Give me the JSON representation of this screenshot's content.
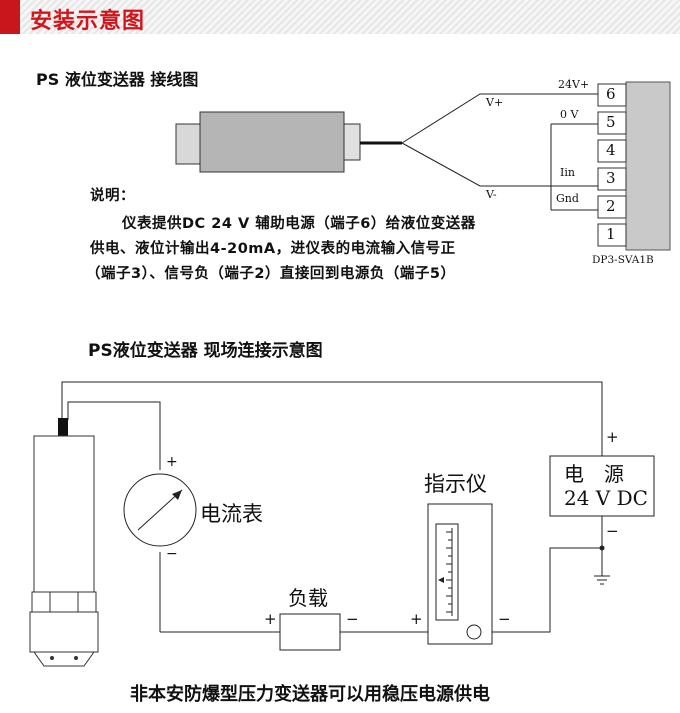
{
  "header": {
    "title": "安装示意图"
  },
  "wiring": {
    "title": "PS 液位变送器 接线图",
    "wire_labels": {
      "v_plus": "V+",
      "v_minus": "V-"
    },
    "terminal_labels": {
      "supply": "24V+",
      "zero": "0 V",
      "current_in": "Iin",
      "ground": "Gnd"
    },
    "terminals": [
      "6",
      "5",
      "4",
      "3",
      "2",
      "1"
    ],
    "module_model": "DP3-SVA1B"
  },
  "note": {
    "heading": "说明：",
    "lines": [
      "仪表提供DC 24 V 辅助电源（端子6）给液位变送器",
      "供电、液位计输出4-20mA，进仪表的电流输入信号正",
      "（端子3）、信号负（端子2）直接回到电源负（端子5）"
    ]
  },
  "field": {
    "title": "PS液位变送器 现场连接示意图",
    "ammeter_label": "电流表",
    "load_label": "负载",
    "indicator_label": "指示仪",
    "power_label_line1": "电　源",
    "power_label_line2": "24 V DC",
    "plus": "+",
    "minus": "−"
  },
  "footer": {
    "caption": "非本安防爆型压力变送器可以用稳压电源供电"
  }
}
